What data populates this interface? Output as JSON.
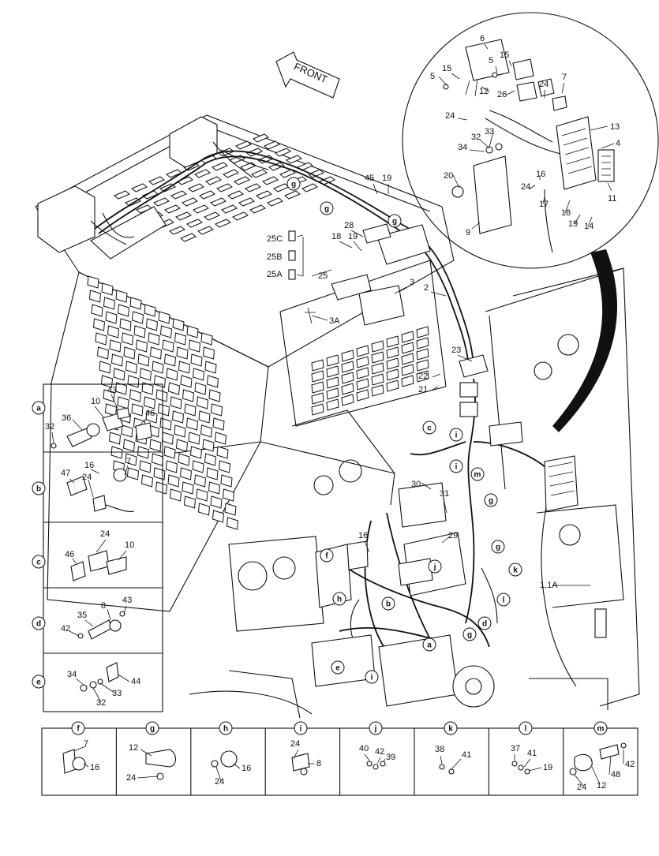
{
  "arrow": {
    "label": "FRONT"
  },
  "labels": [
    {
      "id": "l6",
      "text": "6"
    },
    {
      "id": "l5a",
      "text": "5"
    },
    {
      "id": "l15a",
      "text": "15"
    },
    {
      "id": "l5b",
      "text": "5"
    },
    {
      "id": "l15b",
      "text": "15"
    },
    {
      "id": "l12a",
      "text": "12"
    },
    {
      "id": "l26",
      "text": "26"
    },
    {
      "id": "l24a",
      "text": "24"
    },
    {
      "id": "l7a",
      "text": "7"
    },
    {
      "id": "l24b",
      "text": "24"
    },
    {
      "id": "l33a",
      "text": "33"
    },
    {
      "id": "l32a",
      "text": "32"
    },
    {
      "id": "l34a",
      "text": "34"
    },
    {
      "id": "l13",
      "text": "13"
    },
    {
      "id": "l4",
      "text": "4"
    },
    {
      "id": "l20",
      "text": "20"
    },
    {
      "id": "l16a",
      "text": "16"
    },
    {
      "id": "l24c",
      "text": "24"
    },
    {
      "id": "l17",
      "text": "17"
    },
    {
      "id": "l11",
      "text": "11"
    },
    {
      "id": "l18a",
      "text": "18"
    },
    {
      "id": "l19a",
      "text": "19"
    },
    {
      "id": "l14",
      "text": "14"
    },
    {
      "id": "l9",
      "text": "9"
    },
    {
      "id": "l45",
      "text": "45"
    },
    {
      "id": "l19b",
      "text": "19"
    },
    {
      "id": "l28",
      "text": "28"
    },
    {
      "id": "l25c",
      "text": "25C"
    },
    {
      "id": "l18b",
      "text": "18"
    },
    {
      "id": "l19c",
      "text": "19"
    },
    {
      "id": "l25b",
      "text": "25B"
    },
    {
      "id": "l25a",
      "text": "25A"
    },
    {
      "id": "l25",
      "text": "25"
    },
    {
      "id": "l3",
      "text": "3"
    },
    {
      "id": "l2",
      "text": "2"
    },
    {
      "id": "l3a",
      "text": "3A"
    },
    {
      "id": "l23",
      "text": "23"
    },
    {
      "id": "l22",
      "text": "22"
    },
    {
      "id": "l21",
      "text": "21"
    },
    {
      "id": "l30",
      "text": "30"
    },
    {
      "id": "l31",
      "text": "31"
    },
    {
      "id": "l29",
      "text": "29"
    },
    {
      "id": "l16b",
      "text": "16"
    },
    {
      "id": "l11a",
      "text": "1,1A"
    },
    {
      "id": "p43a",
      "text": "43"
    },
    {
      "id": "p10a",
      "text": "10"
    },
    {
      "id": "p36",
      "text": "36"
    },
    {
      "id": "p46a",
      "text": "46"
    },
    {
      "id": "p32a",
      "text": "32"
    },
    {
      "id": "p16c",
      "text": "16"
    },
    {
      "id": "p7b",
      "text": "7"
    },
    {
      "id": "p47",
      "text": "47"
    },
    {
      "id": "p24d",
      "text": "24"
    },
    {
      "id": "p24e",
      "text": "24"
    },
    {
      "id": "p10b",
      "text": "10"
    },
    {
      "id": "p46b",
      "text": "46"
    },
    {
      "id": "p8a",
      "text": "8"
    },
    {
      "id": "p43b",
      "text": "43"
    },
    {
      "id": "p35",
      "text": "35"
    },
    {
      "id": "p42a",
      "text": "42"
    },
    {
      "id": "p34b",
      "text": "34"
    },
    {
      "id": "p44",
      "text": "44"
    },
    {
      "id": "p33b",
      "text": "33"
    },
    {
      "id": "p32b",
      "text": "32"
    },
    {
      "id": "b7",
      "text": "7"
    },
    {
      "id": "b16a",
      "text": "16"
    },
    {
      "id": "b12a",
      "text": "12"
    },
    {
      "id": "b24a",
      "text": "24"
    },
    {
      "id": "b16b",
      "text": "16"
    },
    {
      "id": "b24b",
      "text": "24"
    },
    {
      "id": "b24c",
      "text": "24"
    },
    {
      "id": "b8",
      "text": "8"
    },
    {
      "id": "b40",
      "text": "40"
    },
    {
      "id": "b42a",
      "text": "42"
    },
    {
      "id": "b39",
      "text": "39"
    },
    {
      "id": "b38",
      "text": "38"
    },
    {
      "id": "b41a",
      "text": "41"
    },
    {
      "id": "b37",
      "text": "37"
    },
    {
      "id": "b41b",
      "text": "41"
    },
    {
      "id": "b19",
      "text": "19"
    },
    {
      "id": "b42b",
      "text": "42"
    },
    {
      "id": "b48",
      "text": "48"
    },
    {
      "id": "b24d",
      "text": "24"
    },
    {
      "id": "b12b",
      "text": "12"
    }
  ],
  "callouts": [
    {
      "id": "cg1",
      "text": "g"
    },
    {
      "id": "cg2",
      "text": "g"
    },
    {
      "id": "cg3",
      "text": "g"
    },
    {
      "id": "cc",
      "text": "c"
    },
    {
      "id": "ci1",
      "text": "i"
    },
    {
      "id": "ci2",
      "text": "i"
    },
    {
      "id": "cm",
      "text": "m"
    },
    {
      "id": "cg4",
      "text": "g"
    },
    {
      "id": "cg5",
      "text": "g"
    },
    {
      "id": "cf",
      "text": "f"
    },
    {
      "id": "cj",
      "text": "j"
    },
    {
      "id": "ck",
      "text": "k"
    },
    {
      "id": "ch",
      "text": "h"
    },
    {
      "id": "cb",
      "text": "b"
    },
    {
      "id": "cl",
      "text": "l"
    },
    {
      "id": "cd",
      "text": "d"
    },
    {
      "id": "cg6",
      "text": "g"
    },
    {
      "id": "ca",
      "text": "a"
    },
    {
      "id": "ce",
      "text": "e"
    },
    {
      "id": "ci3",
      "text": "i"
    }
  ],
  "left_panels": [
    {
      "letter": "a"
    },
    {
      "letter": "b"
    },
    {
      "letter": "c"
    },
    {
      "letter": "d"
    },
    {
      "letter": "e"
    }
  ],
  "bottom_panels": [
    {
      "letter": "f"
    },
    {
      "letter": "g"
    },
    {
      "letter": "h"
    },
    {
      "letter": "i"
    },
    {
      "letter": "j"
    },
    {
      "letter": "k"
    },
    {
      "letter": "l"
    },
    {
      "letter": "m"
    }
  ]
}
